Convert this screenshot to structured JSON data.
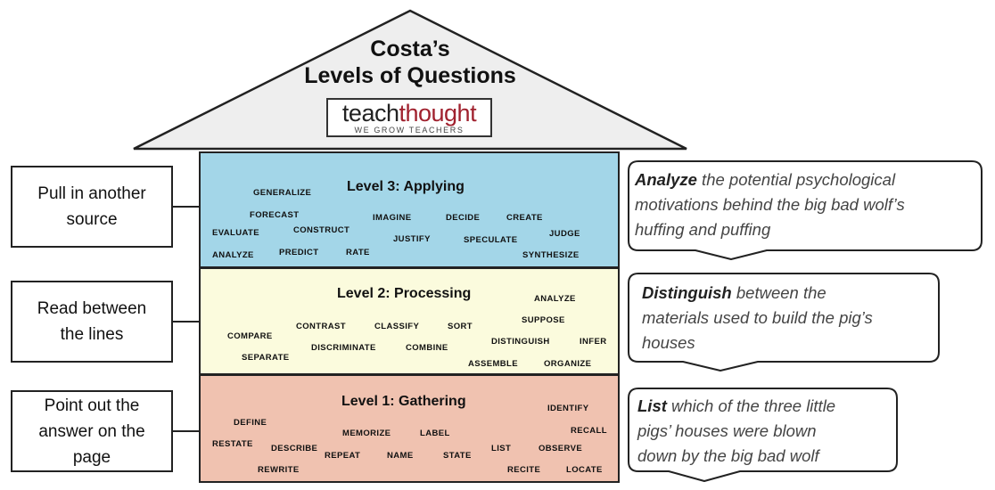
{
  "title": {
    "line1": "Costa’s",
    "line2": "Levels of Questions"
  },
  "logo": {
    "teach": "teach",
    "thought": "thought",
    "tagline": "WE GROW TEACHERS"
  },
  "levels": {
    "level3": {
      "title": "Level 3: Applying",
      "verbs": [
        "GENERALIZE",
        "FORECAST",
        "CONSTRUCT",
        "EVALUATE",
        "IMAGINE",
        "DECIDE",
        "CREATE",
        "JUSTIFY",
        "SPECULATE",
        "JUDGE",
        "ANALYZE",
        "PREDICT",
        "RATE",
        "SYNTHESIZE"
      ]
    },
    "level2": {
      "title": "Level 2: Processing",
      "verbs": [
        "ANALYZE",
        "SUPPOSE",
        "CONTRAST",
        "CLASSIFY",
        "SORT",
        "COMPARE",
        "DISTINGUISH",
        "INFER",
        "DISCRIMINATE",
        "COMBINE",
        "SEPARATE",
        "ASSEMBLE",
        "ORGANIZE"
      ]
    },
    "level1": {
      "title": "Level 1: Gathering",
      "verbs": [
        "IDENTIFY",
        "DEFINE",
        "RECALL",
        "MEMORIZE",
        "LABEL",
        "RESTATE",
        "DESCRIBE",
        "OBSERVE",
        "LIST",
        "REPEAT",
        "NAME",
        "STATE",
        "REWRITE",
        "RECITE",
        "LOCATE"
      ]
    }
  },
  "left_boxes": [
    {
      "line1": "Pull in another",
      "line2": "source"
    },
    {
      "line1": "Read between",
      "line2": "the lines"
    },
    {
      "line1": "Point out the",
      "line2": "answer on the",
      "line3": "page"
    }
  ],
  "bubbles": {
    "level3": {
      "keyword": "Analyze",
      "line1_rest": " the potential psychological",
      "line2": "motivations behind the big bad wolf’s",
      "line3": "huffing and puffing"
    },
    "level2": {
      "keyword": "Distinguish",
      "line1_rest": " between the",
      "line2": "materials used to build the pig’s",
      "line3": "houses"
    },
    "level1": {
      "keyword": "List",
      "line1_rest": " which of the three little",
      "line2": "pigs’ houses were blown",
      "line3": "down by the big bad wolf"
    }
  },
  "colors": {
    "level3": "#a3d6e8",
    "level2": "#fbfbdd",
    "level1": "#f0c2b0",
    "logo_accent": "#a0212e",
    "roof_fill": "#eeeeee"
  }
}
